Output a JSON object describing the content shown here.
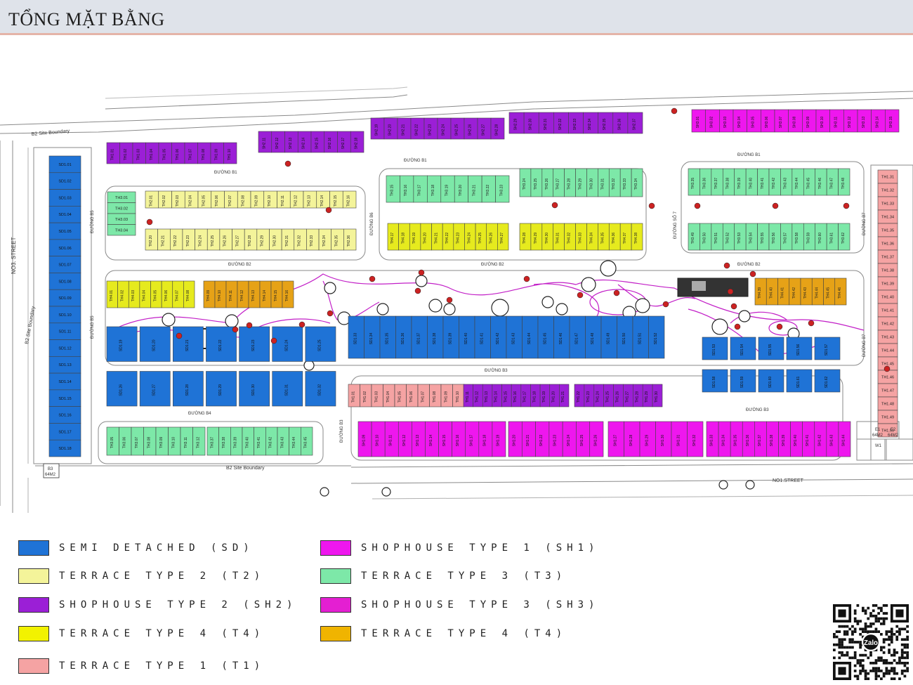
{
  "header": {
    "title": "TỔNG MẶT BẰNG"
  },
  "map": {
    "street_labels": [
      "NO3. STREET",
      "NO1.STREET"
    ],
    "boundary_labels": [
      "B2 Site Boundary",
      "B2 Site Boundary",
      "B2 Site Boundary"
    ],
    "roads": [
      "ĐƯỜNG B1",
      "ĐƯỜNG B1",
      "ĐƯỜNG B1",
      "ĐƯỜNG B2",
      "ĐƯỜNG B2",
      "ĐƯỜNG B2",
      "ĐƯỜNG B3",
      "ĐƯỜNG B3",
      "ĐƯỜNG B4",
      "ĐƯỜNG B5",
      "ĐƯỜNG B5",
      "ĐƯỜNG B6",
      "ĐƯỜNG B7",
      "ĐƯỜNG B7",
      "ĐƯỜNG SỐ 7",
      "ĐƯỜNG B3"
    ],
    "misc_labels": [
      "B3",
      "64M2",
      "E1",
      "64M2",
      "E2",
      "64M2",
      "W1"
    ],
    "colors": {
      "sd": "#1f73d6",
      "t2": "#f4f49a",
      "sh2": "#9b1fd6",
      "t4": "#e6ea1e",
      "t1": "#f5a3a3",
      "sh1": "#ee17ee",
      "t3": "#7de8a8",
      "sh3": "#e41fd2",
      "t4b": "#e6a217",
      "road": "#888888",
      "park": "#c21fc7",
      "marker": "#cc2222"
    },
    "blocks": [
      {
        "group": "sh2",
        "labels": [
          "TH1.01",
          "TH1.02",
          "TH1.03",
          "TH1.04",
          "TH1.05",
          "TH1.06",
          "TH1.07",
          "TH1.08",
          "TH1.09",
          "TH1.10"
        ]
      },
      {
        "group": "sh2",
        "labels": [
          "SH2.11",
          "SH2.12",
          "SH2.13",
          "SH2.14",
          "SH2.15",
          "SH2.16",
          "SH2.17",
          "SH2.18"
        ]
      },
      {
        "group": "sh2",
        "labels": [
          "SH2.19",
          "SH2.20",
          "SH2.21",
          "SH2.22",
          "SH2.23",
          "SH2.24",
          "SH2.25",
          "SH2.26",
          "SH2.27",
          "SH2.28"
        ]
      },
      {
        "group": "sh2",
        "labels": [
          "SH2.29",
          "SH2.30",
          "SH2.31",
          "SH2.32",
          "SH2.33",
          "SH2.34",
          "SH2.35",
          "SH2.36",
          "SH2.37"
        ]
      },
      {
        "group": "sh1",
        "labels": [
          "SH3.01",
          "SH3.02",
          "SH3.03",
          "SH3.04",
          "SH3.05",
          "SH3.06",
          "SH3.07",
          "SH3.08",
          "SH3.09",
          "SH3.10",
          "SH3.11",
          "SH3.12",
          "SH3.13",
          "SH3.14",
          "SH3.15"
        ]
      },
      {
        "group": "t2",
        "labels": [
          "TH2.01",
          "TH2.02",
          "TH2.03",
          "TH2.04",
          "TH2.05",
          "TH2.06",
          "TH2.07",
          "TH2.08",
          "TH2.09",
          "TH2.10",
          "TH2.11",
          "TH2.12",
          "TH2.13",
          "TH2.14",
          "TH2.15",
          "TH2.16"
        ]
      },
      {
        "group": "t3",
        "labels": [
          "TH3.01",
          "TH3.02",
          "TH3.03",
          "TH3.04"
        ]
      },
      {
        "group": "t2",
        "labels": [
          "TH2.20",
          "TH2.21",
          "TH2.22",
          "TH2.23",
          "TH2.24",
          "TH2.25",
          "TH2.26",
          "TH2.27",
          "TH2.28",
          "TH2.29",
          "TH2.30",
          "TH2.31",
          "TH2.32",
          "TH2.33",
          "TH2.34",
          "TH2.35",
          "TH2.36"
        ]
      },
      {
        "group": "t3",
        "labels": [
          "TH3.15",
          "TH3.16",
          "TH3.17",
          "TH3.18",
          "TH3.19",
          "TH3.20",
          "TH3.21",
          "TH3.22",
          "TH3.23"
        ]
      },
      {
        "group": "t3",
        "labels": [
          "TH3.24",
          "TH3.25",
          "TH3.26",
          "TH3.27",
          "TH3.28",
          "TH3.29",
          "TH3.30",
          "TH3.31",
          "TH3.32",
          "TH3.33",
          "TH3.34"
        ]
      },
      {
        "group": "t3",
        "labels": [
          "TH3.35",
          "TH3.36",
          "TH3.37",
          "TH3.38",
          "TH3.39",
          "TH3.40",
          "TH3.41",
          "TH3.42",
          "TH3.43",
          "TH3.44",
          "TH3.45",
          "TH3.46",
          "TH3.47",
          "TH3.48"
        ]
      },
      {
        "group": "t4",
        "labels": [
          "TH4.17",
          "TH4.18",
          "TH4.19",
          "TH4.20",
          "TH4.21",
          "TH4.22",
          "TH4.23",
          "TH4.24",
          "TH4.25",
          "TH4.26",
          "TH4.27"
        ]
      },
      {
        "group": "t4",
        "labels": [
          "TH4.28",
          "TH4.29",
          "TH4.30",
          "TH4.31",
          "TH4.32",
          "TH4.33",
          "TH4.34",
          "TH4.35",
          "TH4.36",
          "TH4.37",
          "TH4.38"
        ]
      },
      {
        "group": "t3",
        "labels": [
          "TH3.49",
          "TH3.50",
          "TH3.51",
          "TH3.52",
          "TH3.53",
          "TH3.54",
          "TH3.55",
          "TH3.56",
          "TH3.57",
          "TH3.58",
          "TH3.59",
          "TH3.60",
          "TH3.61",
          "TH3.62"
        ]
      },
      {
        "group": "t4",
        "labels": [
          "TH4.01",
          "TH4.02",
          "TH4.03",
          "TH4.04",
          "TH4.05",
          "TH4.06",
          "TH4.07",
          "TH4.08"
        ]
      },
      {
        "group": "t4b",
        "labels": [
          "TH4.09",
          "TH4.10",
          "TH4.11",
          "TH4.12",
          "TH4.13",
          "TH4.14",
          "TH4.15",
          "TH4.16"
        ]
      },
      {
        "group": "t4b",
        "labels": [
          "TH4.39",
          "TH4.40",
          "TH4.41",
          "TH4.42",
          "TH4.43",
          "TH4.44",
          "TH4.45",
          "TH4.46"
        ]
      },
      {
        "group": "sd",
        "labels": [
          "SD1.01",
          "SD1.02",
          "SD1.03",
          "SD1.04",
          "SD1.05",
          "SD1.06",
          "SD1.07",
          "SD1.08",
          "SD1.09",
          "SD1.10",
          "SD1.11",
          "SD1.12",
          "SD1.13",
          "SD1.14",
          "SD1.15",
          "SD1.16",
          "SD1.17",
          "SD1.18"
        ]
      },
      {
        "group": "sd",
        "labels": [
          "SD1.19",
          "SD1.20",
          "SD1.21",
          "SD1.22",
          "SD1.23",
          "SD1.24",
          "SD1.25",
          "SD1.26",
          "SD1.27",
          "SD1.28",
          "SD1.29",
          "SD1.30",
          "SD1.31",
          "SD1.32"
        ]
      },
      {
        "group": "sd",
        "labels": [
          "SD1.33",
          "SD1.34",
          "SD1.35",
          "SD1.36",
          "SD1.37",
          "SD1.38",
          "SD1.39",
          "SD1.40",
          "SD1.41",
          "SD1.42",
          "SD1.43",
          "SD1.44",
          "SD1.45",
          "SD1.46",
          "SD1.47",
          "SD1.48",
          "SD1.49",
          "SD1.50",
          "SD1.51",
          "SD1.52"
        ]
      },
      {
        "group": "sd",
        "labels": [
          "SD1.53",
          "SD1.54",
          "SD1.55",
          "SD1.56",
          "SD1.57",
          "SD1.58",
          "SD1.59",
          "SD1.60",
          "SD1.61",
          "SD1.62"
        ]
      },
      {
        "group": "t1",
        "labels": [
          "TH1.31",
          "TH1.32",
          "TH1.33",
          "TH1.34",
          "TH1.35",
          "TH1.36",
          "TH1.37",
          "TH1.38",
          "TH1.39",
          "TH1.40",
          "TH1.41",
          "TH1.42",
          "TH1.43",
          "TH1.44",
          "TH1.45",
          "TH1.46",
          "TH1.47",
          "TH1.48",
          "TH1.49",
          "TH1.50"
        ]
      },
      {
        "group": "t1",
        "labels": [
          "TH1.01",
          "TH1.02",
          "TH1.03",
          "TH1.04",
          "TH1.05",
          "TH1.06",
          "TH1.07",
          "TH1.08",
          "TH1.09",
          "TH1.10"
        ]
      },
      {
        "group": "sh2",
        "labels": [
          "TH1.11",
          "TH1.12",
          "TH1.13",
          "TH1.14",
          "TH1.15",
          "TH1.16",
          "TH1.17",
          "TH1.18",
          "TH1.19",
          "TH1.20",
          "TH1.21"
        ]
      },
      {
        "group": "sh2",
        "labels": [
          "TH1.22",
          "TH1.23",
          "TH1.24",
          "TH1.25",
          "TH1.26",
          "TH1.27",
          "TH1.28",
          "TH1.29",
          "TH1.30"
        ]
      },
      {
        "group": "t3",
        "labels": [
          "TH3.05",
          "TH3.06",
          "TH3.07",
          "TH3.08",
          "TH3.09",
          "TH3.10",
          "TH3.11",
          "TH3.12"
        ]
      },
      {
        "group": "t3",
        "labels": [
          "TH3.37",
          "TH3.38",
          "TH3.39",
          "TH3.40",
          "TH3.41",
          "TH3.42",
          "TH3.43",
          "TH3.44",
          "TH3.45"
        ]
      },
      {
        "group": "sh1",
        "labels": [
          "SH1.09",
          "SH1.10",
          "SH1.11",
          "SH1.12",
          "SH1.13",
          "SH1.14",
          "SH1.15",
          "SH1.16",
          "SH1.17",
          "SH1.18",
          "SH1.19"
        ]
      },
      {
        "group": "sh1",
        "labels": [
          "SH1.20",
          "SH1.21",
          "SH1.22",
          "SH1.23",
          "SH1.24",
          "SH1.25",
          "SH1.26"
        ]
      },
      {
        "group": "sh1",
        "labels": [
          "SH1.27",
          "SH1.28",
          "SH1.29",
          "SH1.30",
          "SH1.31",
          "SH1.32"
        ]
      },
      {
        "group": "sh1",
        "labels": [
          "SH1.33",
          "SH1.34",
          "SH1.35",
          "SH1.36",
          "SH1.37",
          "SH1.38",
          "SH1.39",
          "SH1.40",
          "SH1.41",
          "SH1.42",
          "SH1.43",
          "SH1.44"
        ]
      }
    ]
  },
  "legend": [
    {
      "label": "SEMI DETACHED (SD)",
      "color": "#1f73d6"
    },
    {
      "label": "TERRACE TYPE 2 (T2)",
      "color": "#f4f49a"
    },
    {
      "label": "SHOPHOUSE TYPE 2 (SH2)",
      "color": "#9b1fd6"
    },
    {
      "label": "TERRACE TYPE 4 (T4)",
      "color": "#f2f200"
    },
    {
      "label": "TERRACE TYPE 1 (T1)",
      "color": "#f5a3a3"
    },
    {
      "label": "SHOPHOUSE TYPE 1 (SH1)",
      "color": "#ee17ee"
    },
    {
      "label": "TERRACE TYPE 3 (T3)",
      "color": "#7de8a8"
    },
    {
      "label": "SHOPHOUSE TYPE 3 (SH3)",
      "color": "#e41fd2"
    },
    {
      "label": "TERRACE TYPE 4 (T4)",
      "color": "#f0b400"
    }
  ],
  "qr": {
    "brand": "Zalo"
  }
}
